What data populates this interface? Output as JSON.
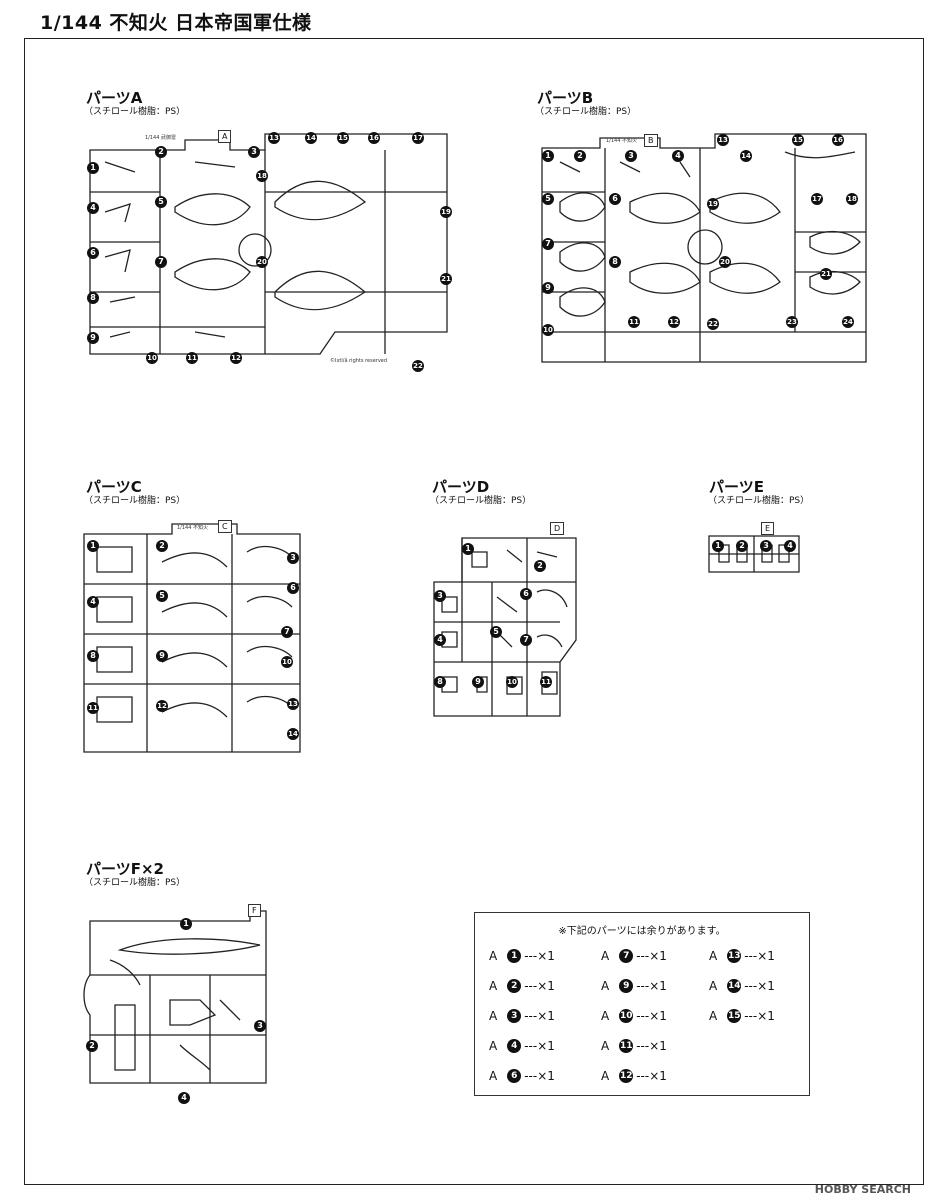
{
  "header": {
    "title": "1/144 不知火 日本帝国軍仕様"
  },
  "sections": {
    "a": {
      "title": "パーツA",
      "material": "（スチロール樹脂：PS）",
      "tag": "A",
      "plate": "1/144 武御雷",
      "copyright": "©Ixtl/â rights reserved",
      "numbers": [
        "1",
        "2",
        "3",
        "4",
        "5",
        "6",
        "7",
        "8",
        "9",
        "10",
        "11",
        "12",
        "13",
        "14",
        "15",
        "16",
        "17",
        "18",
        "19",
        "20",
        "21",
        "22"
      ]
    },
    "b": {
      "title": "パーツB",
      "material": "（スチロール樹脂：PS）",
      "tag": "B",
      "plate": "1/144 不知火",
      "numbers": [
        "1",
        "2",
        "3",
        "4",
        "5",
        "6",
        "7",
        "8",
        "9",
        "10",
        "11",
        "12",
        "13",
        "14",
        "15",
        "16",
        "17",
        "18",
        "19",
        "20",
        "21",
        "22",
        "23",
        "24"
      ]
    },
    "c": {
      "title": "パーツC",
      "material": "（スチロール樹脂：PS）",
      "tag": "C",
      "plate": "1/144 不知火",
      "numbers": [
        "1",
        "2",
        "3",
        "4",
        "5",
        "6",
        "7",
        "8",
        "9",
        "10",
        "11",
        "12",
        "13",
        "14"
      ]
    },
    "d": {
      "title": "パーツD",
      "material": "（スチロール樹脂：PS）",
      "tag": "D",
      "numbers": [
        "1",
        "2",
        "3",
        "4",
        "5",
        "6",
        "7",
        "8",
        "9",
        "10",
        "11"
      ]
    },
    "e": {
      "title": "パーツE",
      "material": "（スチロール樹脂：PS）",
      "tag": "E",
      "numbers": [
        "1",
        "2",
        "3",
        "4"
      ]
    },
    "f": {
      "title": "パーツF×2",
      "material": "（スチロール樹脂：PS）",
      "tag": "F",
      "numbers": [
        "1",
        "2",
        "3",
        "4"
      ]
    }
  },
  "spare_parts": {
    "title": "※下記のパーツには余りがあります。",
    "items": [
      {
        "letter": "A",
        "num": "1",
        "qty": "---×1"
      },
      {
        "letter": "A",
        "num": "2",
        "qty": "---×1"
      },
      {
        "letter": "A",
        "num": "3",
        "qty": "---×1"
      },
      {
        "letter": "A",
        "num": "4",
        "qty": "---×1"
      },
      {
        "letter": "A",
        "num": "6",
        "qty": "---×1"
      },
      {
        "letter": "A",
        "num": "7",
        "qty": "---×1"
      },
      {
        "letter": "A",
        "num": "9",
        "qty": "---×1"
      },
      {
        "letter": "A",
        "num": "10",
        "qty": "---×1"
      },
      {
        "letter": "A",
        "num": "11",
        "qty": "---×1"
      },
      {
        "letter": "A",
        "num": "12",
        "qty": "---×1"
      },
      {
        "letter": "A",
        "num": "13",
        "qty": "---×1"
      },
      {
        "letter": "A",
        "num": "14",
        "qty": "---×1"
      },
      {
        "letter": "A",
        "num": "15",
        "qty": "---×1"
      }
    ]
  },
  "watermark": "HOBBY SEARCH"
}
